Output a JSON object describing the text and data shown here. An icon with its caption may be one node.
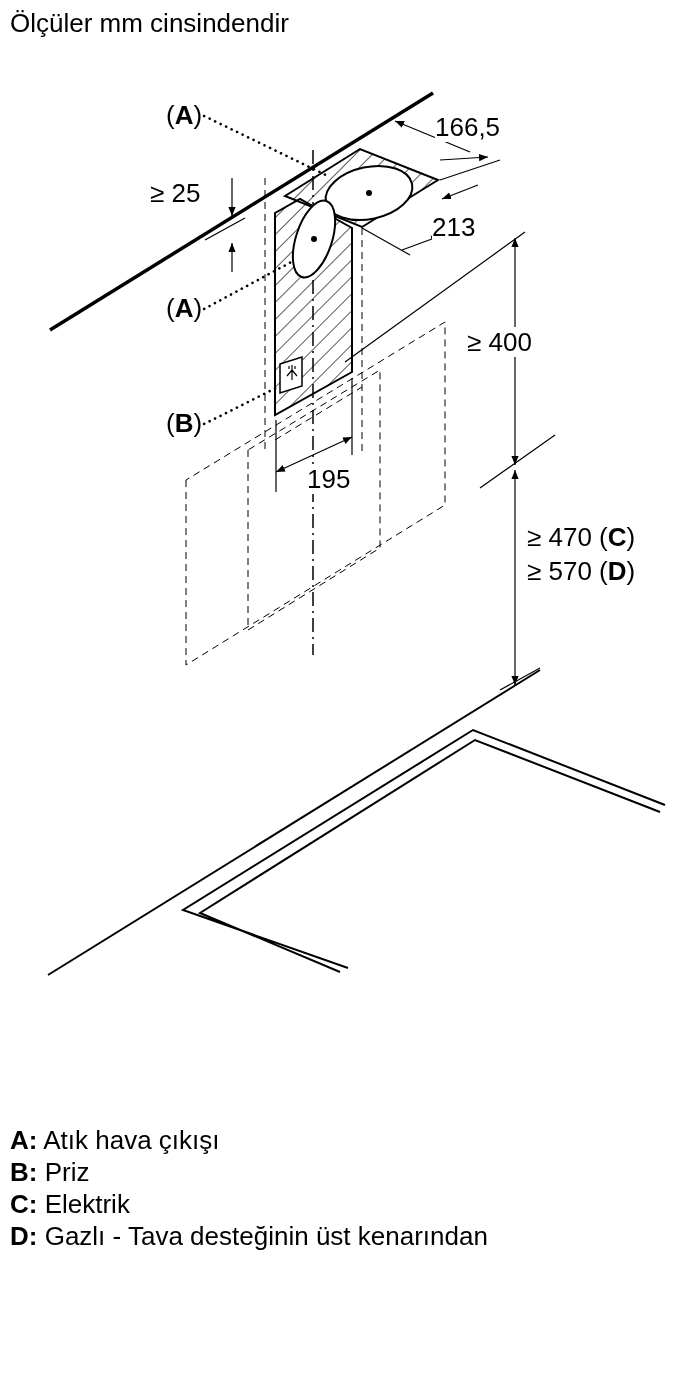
{
  "diagram": {
    "title": "Ölçüler mm cinsindendir",
    "nodes": [
      {
        "text": [
          "(**A**)"
        ]
      },
      {
        "text": [
          "(**A**)"
        ]
      },
      {
        "text": [
          "(**B**)"
        ]
      },
      {
        "text": [],
        "shape": "circle"
      },
      {
        "text": [],
        "shape": "circle"
      },
      {
        "text": [],
        "shape": "picture"
      }
    ],
    "edges": [
      {
        "from": 0,
        "to": 3,
        "arrow": "none",
        "style": "dashed"
      },
      {
        "from": 1,
        "to": 4,
        "arrow": "none",
        "style": "dashed"
      },
      {
        "from": 2,
        "to": 5,
        "arrow": "none",
        "style": "dashed"
      }
    ],
    "labels": [
      "≥ 25",
      "166,5",
      "213",
      "≥ 400",
      "195",
      "≥ 470 (**C**)",
      "≥ 570 (**D**)",
      "**A:** Atık hava çıkışı",
      "**B:** Priz",
      "**C:** Elektrik",
      "**D:** Gazlı - Tava desteğinin üst kenarından"
    ]
  }
}
